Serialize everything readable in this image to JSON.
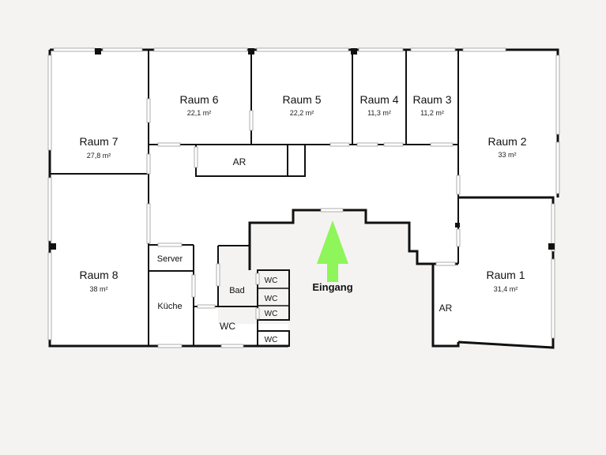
{
  "rooms": {
    "raum7": {
      "name": "Raum 7",
      "area": "27,8 m²"
    },
    "raum6": {
      "name": "Raum 6",
      "area": "22,1 m²"
    },
    "raum5": {
      "name": "Raum 5",
      "area": "22,2 m²"
    },
    "raum4": {
      "name": "Raum 4",
      "area": "11,3 m²"
    },
    "raum3": {
      "name": "Raum 3",
      "area": "11,2 m²"
    },
    "raum2": {
      "name": "Raum 2",
      "area": "33 m²"
    },
    "raum8": {
      "name": "Raum 8",
      "area": "38 m²"
    },
    "raum1": {
      "name": "Raum 1",
      "area": "31,4 m²"
    },
    "ar_top": {
      "name": "AR"
    },
    "ar_right": {
      "name": "AR"
    },
    "server": {
      "name": "Server"
    },
    "kueche": {
      "name": "Küche"
    },
    "bad": {
      "name": "Bad"
    },
    "wc_main": {
      "name": "WC"
    },
    "wc_cells": [
      "WC",
      "WC",
      "WC",
      "WC"
    ]
  },
  "entrance": {
    "label": "Eingang"
  },
  "colors": {
    "background": "#f4f3f2",
    "floor": "#ffffff",
    "wall": "#111111",
    "entrance_arrow": "#8ef55a"
  }
}
